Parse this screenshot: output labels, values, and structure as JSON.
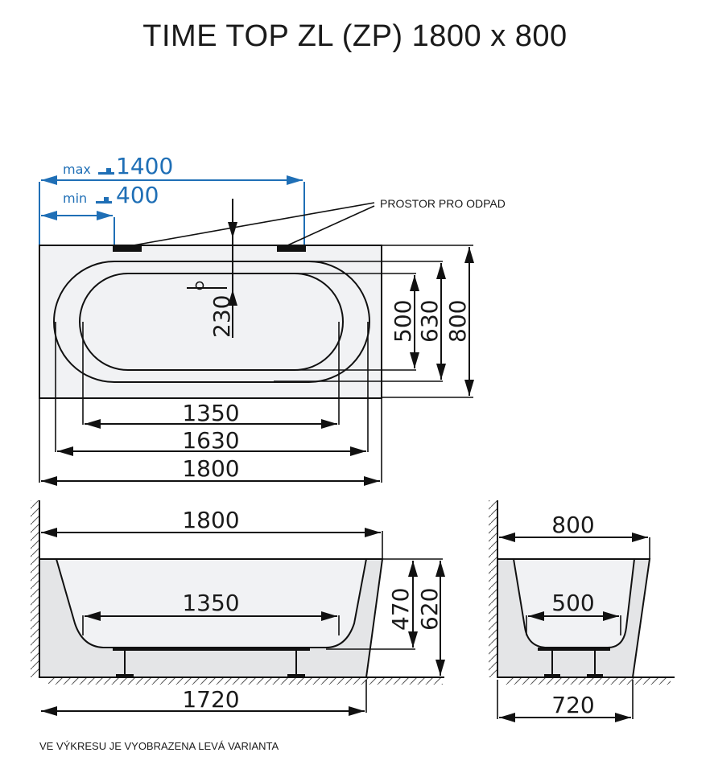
{
  "title": "TIME TOP ZL (ZP) 1800 x 800",
  "plan_view": {
    "max_label": "max",
    "max_value": "1400",
    "min_label": "min",
    "min_value": "400",
    "waste_space_label": "PROSTOR PRO ODPAD",
    "drain_offset": "230",
    "height_inner": "500",
    "height_mid": "630",
    "height_outer": "800",
    "length_inner": "1350",
    "length_mid": "1630",
    "length_outer": "1800"
  },
  "side_view": {
    "top_length": "1800",
    "bottom_length": "1350",
    "base_length": "1720",
    "inner_depth": "470",
    "total_height": "620"
  },
  "end_view": {
    "top_width": "800",
    "bottom_width": "500",
    "base_width": "720"
  },
  "footer_note": "VE VÝKRESU JE VYOBRAZENA LEVÁ VARIANTA",
  "colors": {
    "accent_blue": "#1f6fb6",
    "fill_light": "#f1f2f4",
    "fill_shade": "#e4e5e7",
    "line": "#111111"
  }
}
